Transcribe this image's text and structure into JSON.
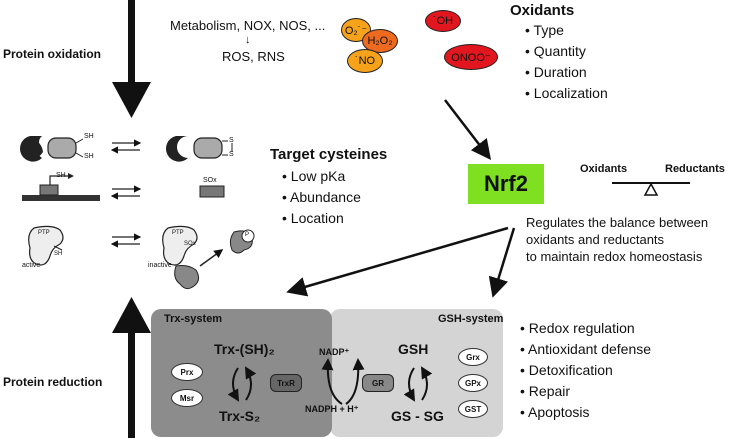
{
  "left_labels": {
    "oxidation": "Protein oxidation",
    "reduction": "Protein reduction"
  },
  "sources": {
    "line1": "Metabolism, NOX, NOS, ...",
    "arrow": "↓",
    "line2": "ROS, RNS"
  },
  "species": [
    {
      "label": "O₂˙⁻",
      "color": "#f7a21b"
    },
    {
      "label": "H₂O₂",
      "color": "#ee6a1f"
    },
    {
      "label": "˙OH",
      "color": "#e2161e"
    },
    {
      "label": "˙NO",
      "color": "#f7a21b"
    },
    {
      "label": "ONOO⁻",
      "color": "#e2161e"
    }
  ],
  "oxidants": {
    "title": "Oxidants",
    "items": [
      "Type",
      "Quantity",
      "Duration",
      "Localization"
    ]
  },
  "cysteines": {
    "title": "Target cysteines",
    "items": [
      "Low pKa",
      "Abundance",
      "Location"
    ]
  },
  "nrf2": {
    "label": "Nrf2",
    "color": "#7ee021"
  },
  "balance": {
    "left": "Oxidants",
    "right": "Reductants"
  },
  "regulates": {
    "line1": "Regulates the balance between",
    "line2": "oxidants and reductants",
    "line3": "to maintain redox homeostasis"
  },
  "protein_labels": {
    "sh": "SH",
    "s": "S",
    "sox": "SOx",
    "ptp": "PTP",
    "active": "active",
    "inactive": "inactive",
    "p": "P"
  },
  "trx": {
    "title": "Trx-system",
    "reduced": "Trx-(SH)₂",
    "oxidized": "Trx-S₂",
    "enzyme": "TrxR",
    "prx": "Prx",
    "msr": "Msr",
    "color": "#8c8c8c"
  },
  "gsh": {
    "title": "GSH-system",
    "reduced": "GSH",
    "oxidized": "GS - SG",
    "enzyme": "GR",
    "grx": "Grx",
    "gpx": "GPx",
    "gst": "GST",
    "color": "#d4d4d4"
  },
  "cofactors": {
    "nadp": "NADP⁺",
    "nadph": "NADPH + H⁺"
  },
  "functions": [
    "Redox regulation",
    "Antioxidant defense",
    "Detoxification",
    "Repair",
    "Apoptosis"
  ]
}
